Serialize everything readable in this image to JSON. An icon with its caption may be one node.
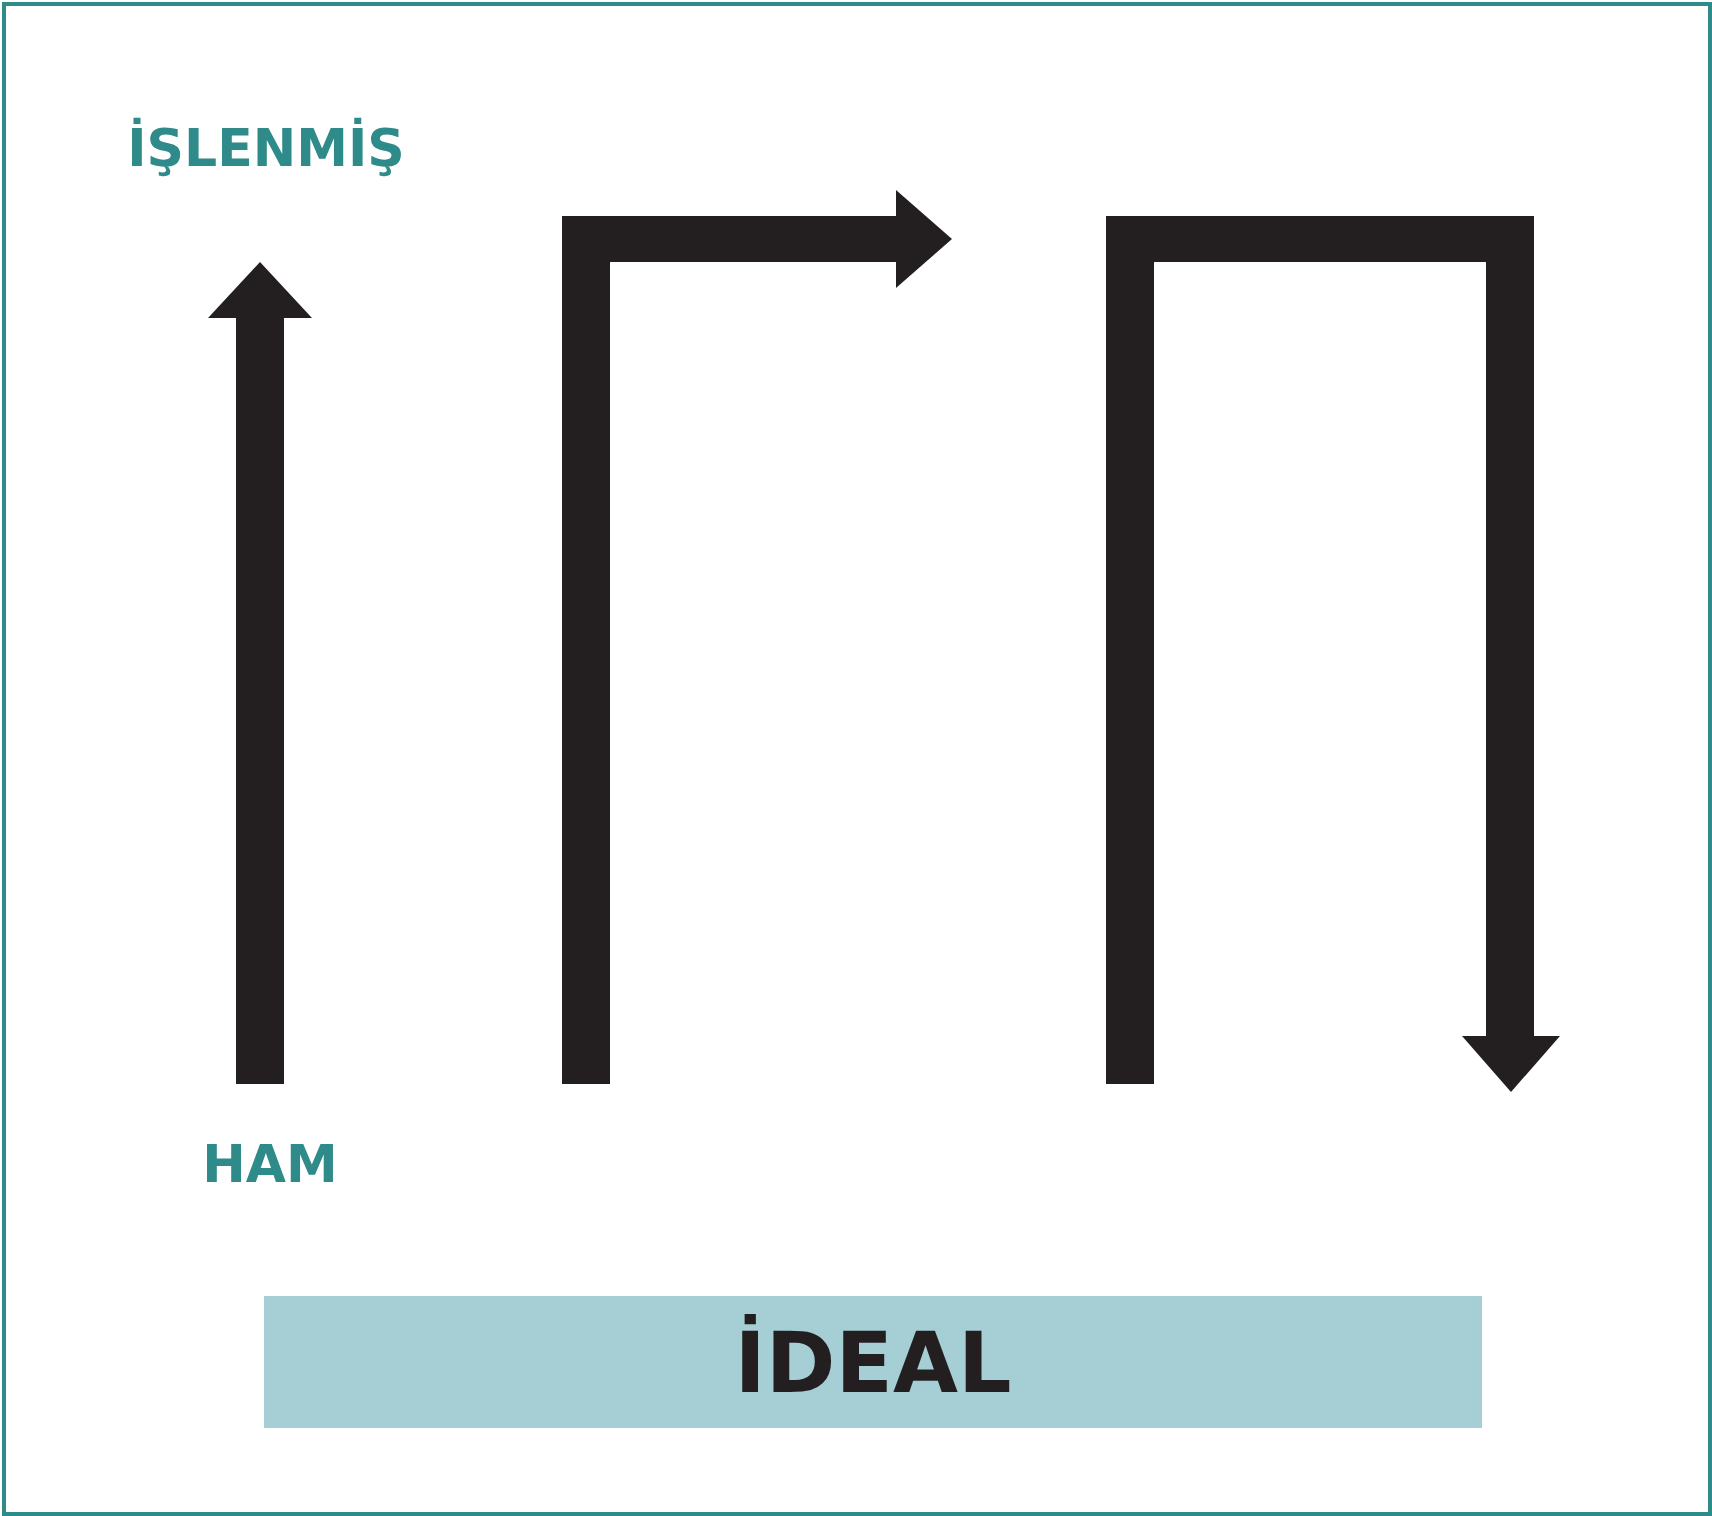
{
  "diagram": {
    "nodes": [
      {
        "text": [
          "İŞLENMİŞ"
        ]
      },
      {
        "text": [
          "HAM"
        ]
      },
      {
        "text": [
          "İDEAL"
        ]
      }
    ],
    "edges": [
      {
        "from": 1,
        "to": 0,
        "arrow": "to"
      }
    ]
  }
}
